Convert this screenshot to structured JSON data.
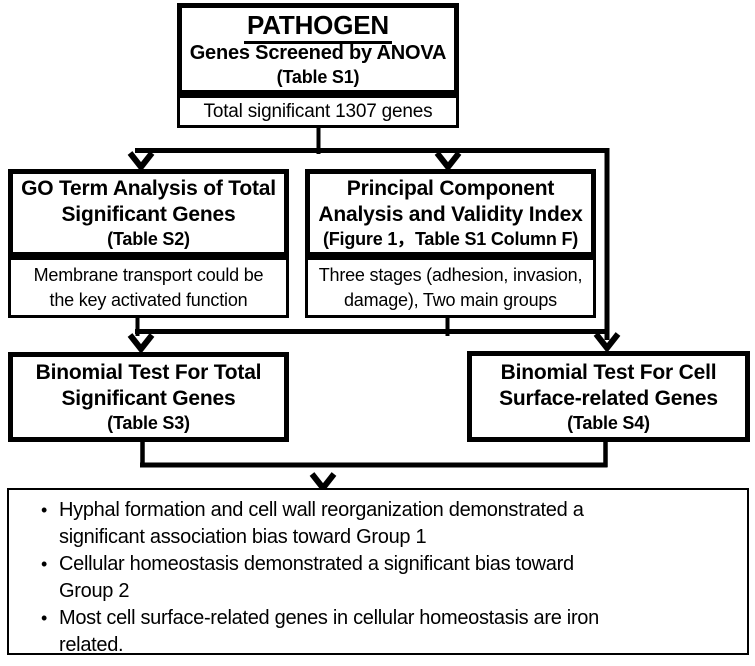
{
  "diagram": {
    "top": {
      "title": "PATHOGEN",
      "subtitle": "Genes Screened by ANOVA",
      "ref": "(Table S1)",
      "result": "Total significant 1307 genes"
    },
    "go_analysis": {
      "title": "GO Term Analysis of Total\nSignificant Genes",
      "ref": "(Table S2)",
      "result": "Membrane transport could be\nthe key activated function"
    },
    "pca": {
      "title": "Principal Component\nAnalysis and Validity Index",
      "ref": "(Figure 1，Table S1 Column F)",
      "result": "Three stages (adhesion, invasion,\ndamage), Two main groups"
    },
    "binomial_total": {
      "title": "Binomial Test For Total\nSignificant Genes",
      "ref": "(Table S3)"
    },
    "binomial_cell": {
      "title": "Binomial Test For Cell\nSurface-related Genes",
      "ref": "(Table S4)"
    },
    "conclusions": {
      "bullet": "•",
      "items": [
        "Hyphal formation and cell wall reorganization demonstrated a\nsignificant association bias toward Group 1",
        "Cellular homeostasis demonstrated a significant bias toward\nGroup 2",
        "Most cell surface-related genes in cellular homeostasis are iron\nrelated."
      ]
    },
    "colors": {
      "ink": "#000000",
      "background": "#ffffff"
    }
  }
}
